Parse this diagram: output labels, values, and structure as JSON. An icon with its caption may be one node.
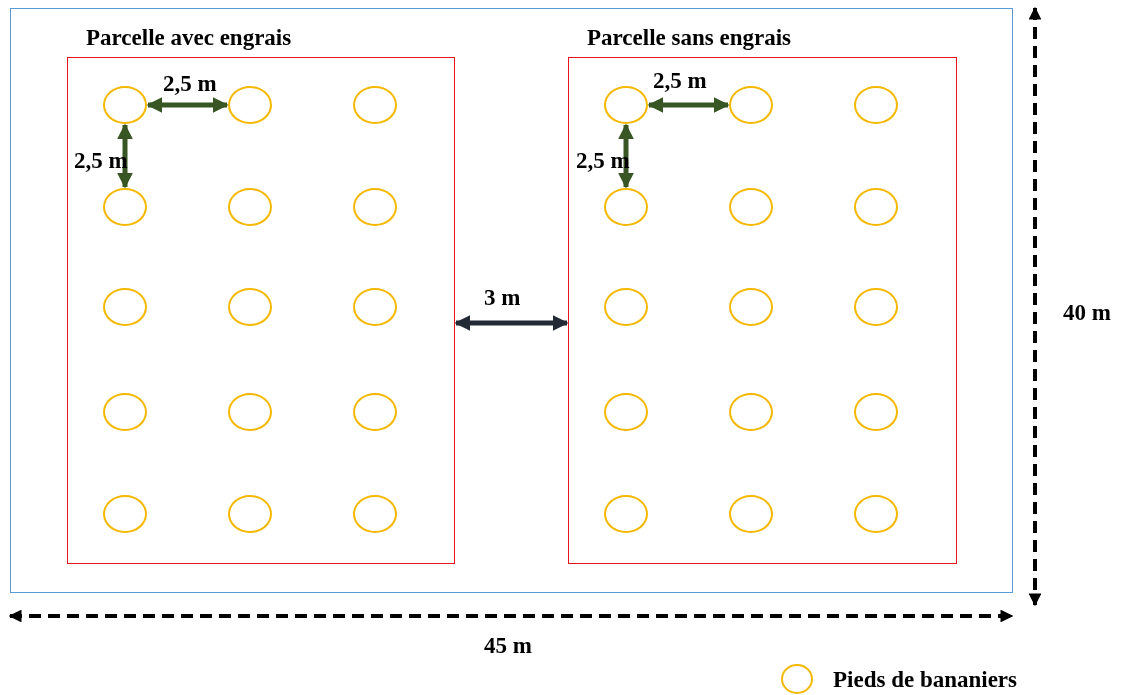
{
  "diagram": {
    "nodes": [
      {
        "text": [],
        "shape": "box"
      },
      {
        "text": [
          "Parcelle avec engrais"
        ],
        "in": 0
      },
      {
        "text": [],
        "shape": "circle",
        "in": 1
      },
      {
        "text": [],
        "shape": "circle",
        "in": 1
      },
      {
        "text": [],
        "shape": "circle",
        "in": 1
      },
      {
        "text": [],
        "shape": "circle",
        "in": 1
      },
      {
        "text": [],
        "shape": "circle",
        "in": 1
      },
      {
        "text": [],
        "shape": "circle",
        "in": 1
      },
      {
        "text": [],
        "shape": "circle",
        "in": 1
      },
      {
        "text": [],
        "shape": "circle",
        "in": 1
      },
      {
        "text": [],
        "shape": "circle",
        "in": 1
      },
      {
        "text": [],
        "shape": "circle",
        "in": 1
      },
      {
        "text": [],
        "shape": "circle",
        "in": 1
      },
      {
        "text": [],
        "shape": "circle",
        "in": 1
      },
      {
        "text": [],
        "shape": "circle",
        "in": 1
      },
      {
        "text": [],
        "shape": "circle",
        "in": 1
      },
      {
        "text": [],
        "shape": "circle",
        "in": 1
      },
      {
        "text": [
          "Parcelle sans engrais"
        ],
        "in": 0
      },
      {
        "text": [],
        "shape": "circle",
        "in": 17
      },
      {
        "text": [],
        "shape": "circle",
        "in": 17
      },
      {
        "text": [],
        "shape": "circle",
        "in": 17
      },
      {
        "text": [],
        "shape": "circle",
        "in": 17
      },
      {
        "text": [],
        "shape": "circle",
        "in": 17
      },
      {
        "text": [],
        "shape": "circle",
        "in": 17
      },
      {
        "text": [],
        "shape": "circle",
        "in": 17
      },
      {
        "text": [],
        "shape": "circle",
        "in": 17
      },
      {
        "text": [],
        "shape": "circle",
        "in": 17
      },
      {
        "text": [],
        "shape": "circle",
        "in": 17
      },
      {
        "text": [],
        "shape": "circle",
        "in": 17
      },
      {
        "text": [],
        "shape": "circle",
        "in": 17
      },
      {
        "text": [],
        "shape": "circle",
        "in": 17
      },
      {
        "text": [],
        "shape": "circle",
        "in": 17
      },
      {
        "text": [],
        "shape": "circle",
        "in": 17
      }
    ],
    "edges": [
      {
        "from": 2,
        "to": 3,
        "arrow": "both",
        "label": "2,5 m"
      },
      {
        "from": 18,
        "to": 19,
        "arrow": "both",
        "label": "2,5 m"
      },
      {
        "from": 2,
        "to": 5,
        "arrow": "both",
        "label": "2,5 m"
      },
      {
        "from": 18,
        "to": 21,
        "arrow": "both",
        "label": "2,5 m"
      },
      {
        "from": 1,
        "to": 17,
        "arrow": "both",
        "label": "3 m",
        "color": "#222a35"
      }
    ],
    "labels": [
      "40 m",
      "45 m"
    ],
    "legend": [
      {
        "text": "Pieds de bananiers"
      }
    ]
  }
}
